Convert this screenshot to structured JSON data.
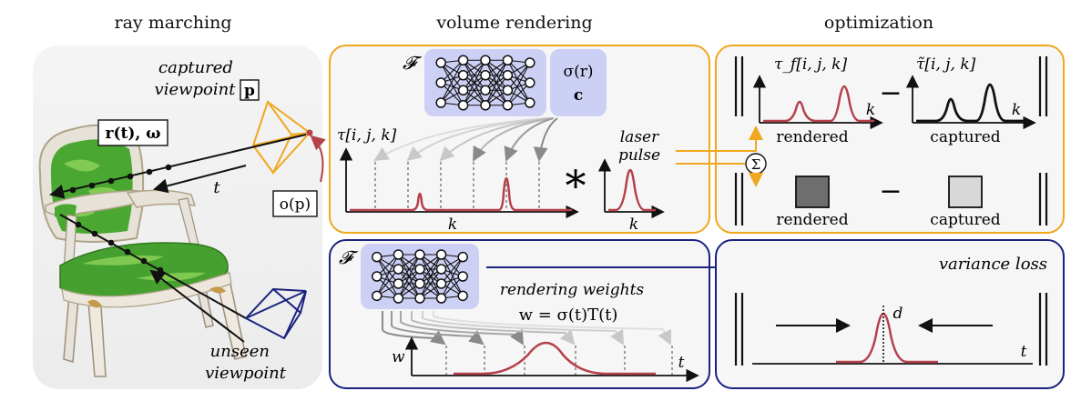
{
  "headers": {
    "left": "ray marching",
    "middle": "volume rendering",
    "right": "optimization"
  },
  "left_panel": {
    "captured_line1": "captured",
    "captured_line2": "viewpoint",
    "viewpoint_symbol": "p",
    "ray_label": "r(t), ω",
    "t_label": "t",
    "origin_label": "o(p)",
    "unseen_line1": "unseen",
    "unseen_line2": "viewpoint"
  },
  "volume_panel": {
    "net_symbol": "𝓕",
    "sigma_label": "σ(r)",
    "c_label": "c",
    "tau_label": "τ[i, j, k]",
    "k_label": "k",
    "conv_symbol": "*",
    "laser_line1": "laser",
    "laser_line2": "pulse",
    "pulse_k_label": "k"
  },
  "optimization_panel": {
    "tau_f_label": "τ_f[i, j, k]",
    "tau_tilde_label": "τ̃[i, j, k]",
    "k_label": "k",
    "minus": "−",
    "rendered_label": "rendered",
    "captured_label": "captured",
    "sum_symbol": "Σ"
  },
  "weights_panel": {
    "net_symbol": "𝓕",
    "weights_title": "rendering weights",
    "weights_eq": "w = σ(t)T(t)",
    "w_label": "w",
    "t_label": "t"
  },
  "variance_panel": {
    "title": "variance loss",
    "d_label": "d",
    "t_label": "t"
  },
  "colors": {
    "orange_border": "#f0a81e",
    "navy_border": "#1a237e",
    "curve_red": "#b5414b",
    "net_bg": "#cdd0f5",
    "camera_orange": "#f0a81e",
    "camera_navy": "#1a237e",
    "chair_green": "#4aa832"
  }
}
